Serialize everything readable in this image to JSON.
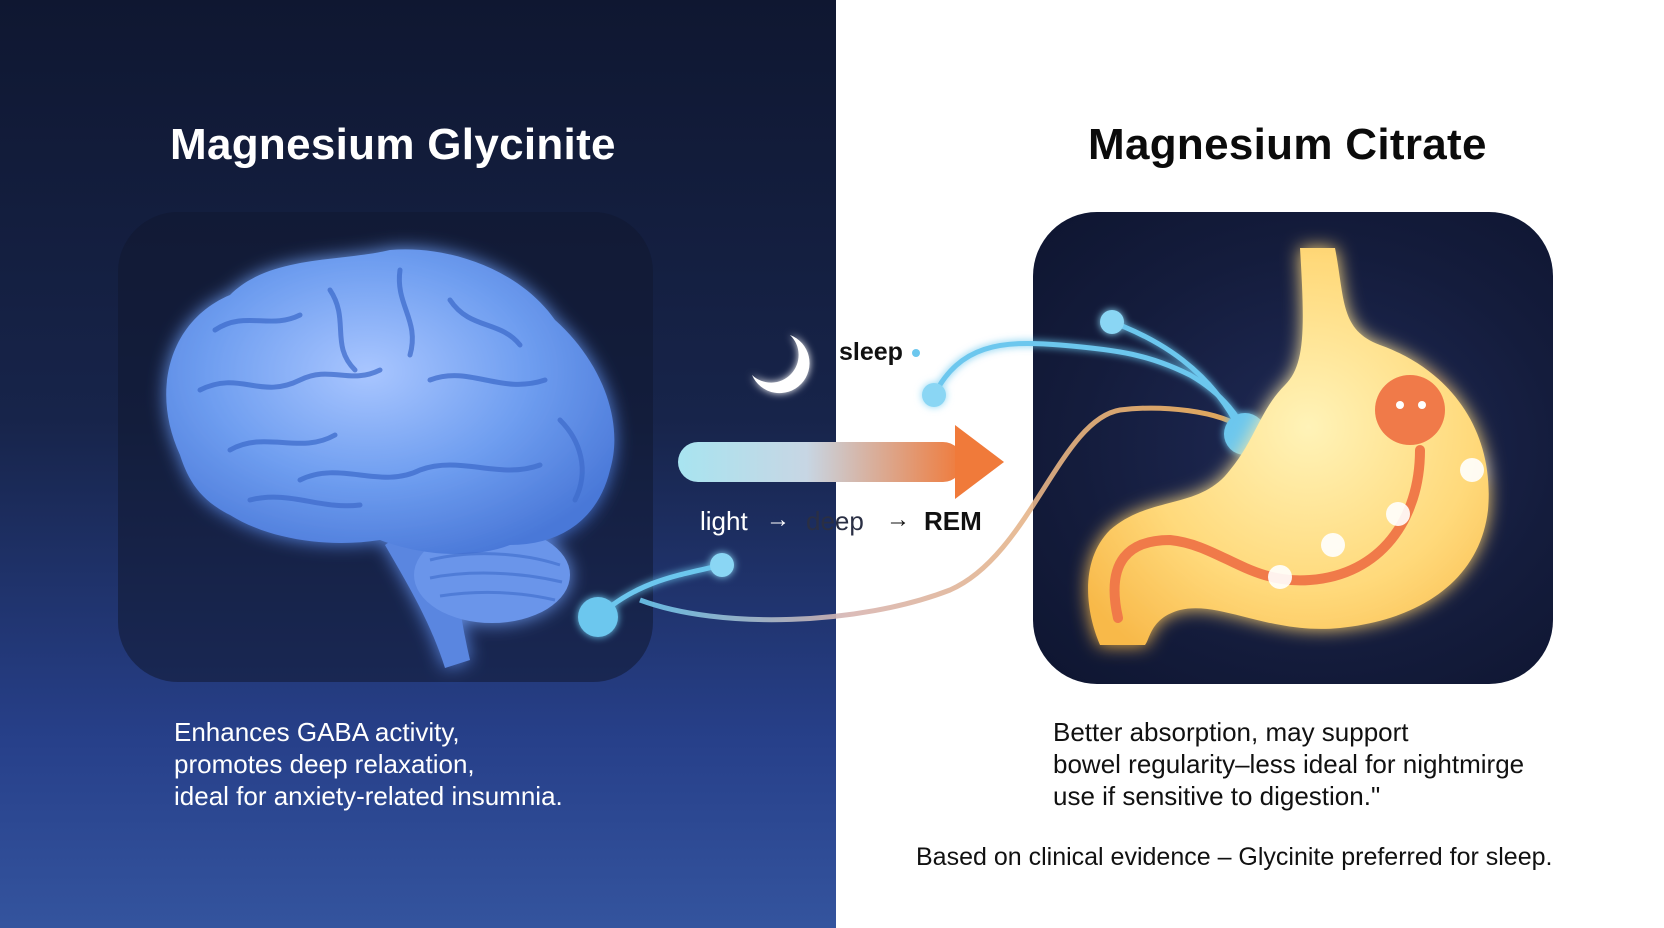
{
  "left": {
    "title": "Magnesium Glycinite",
    "description": [
      "Enhances GABA activity,",
      "promotes deep relaxation,",
      "ideal for anxiety-related insumnia."
    ],
    "illustration": "brain-icon",
    "background": "#17244a"
  },
  "right": {
    "title": "Magnesium Citrate",
    "description": [
      "Better absorption, may support",
      "bowel regularity–less ideal for nightmirge",
      "use if sensitive to digestion.\""
    ],
    "illustration": "stomach-icon",
    "background": "#ffffff"
  },
  "center": {
    "sleep_label": "sleep",
    "moon_icon": "crescent-moon-icon",
    "stages": [
      "light",
      "deep",
      "REM"
    ],
    "stage_separator": "→"
  },
  "conclusion": "Based on clinical evidence – Glycinite preferred for sleep.",
  "colors": {
    "brain": "#6f9ef0",
    "stomach": "#ffd97a",
    "arrow_start": "#a8e4f0",
    "arrow_end": "#f07a3a",
    "connector_blue": "#6cc7ee",
    "connector_orange": "#f6b45a"
  }
}
